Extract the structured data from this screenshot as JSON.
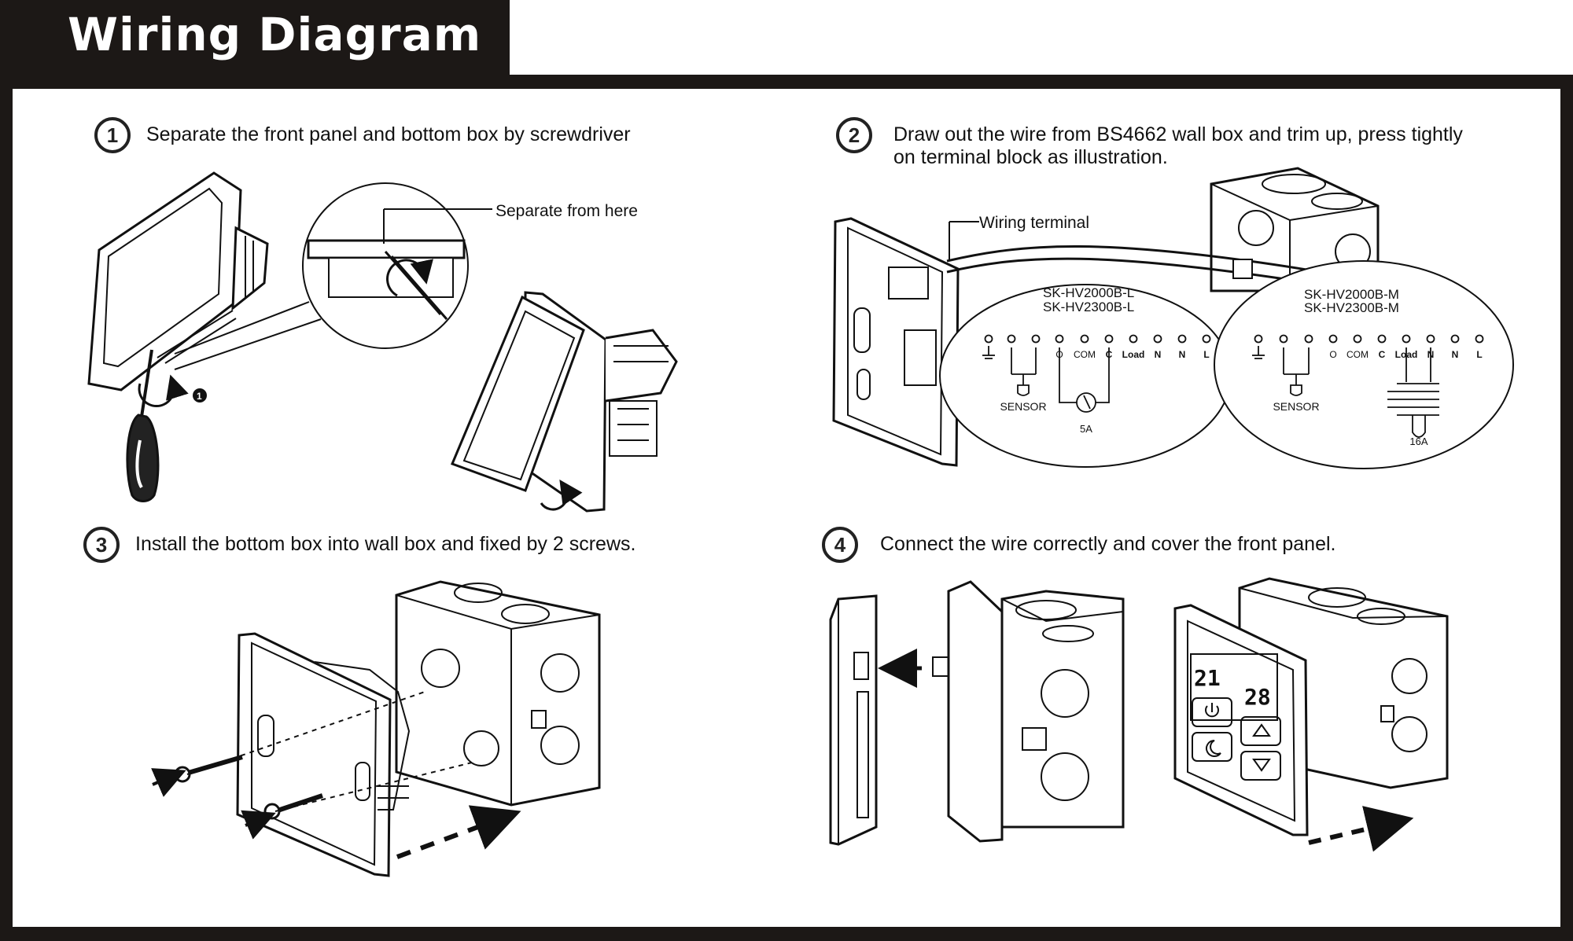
{
  "title": "Wiring Diagram",
  "steps": [
    {
      "number": "1",
      "text": "Separate the front panel and bottom box by screwdriver"
    },
    {
      "number": "2",
      "text_line1": "Draw out the wire from BS4662 wall box and trim up, press tightly",
      "text_line2": "on terminal block as illustration."
    },
    {
      "number": "3",
      "text": "Install the bottom box into wall box and fixed by 2 screws."
    },
    {
      "number": "4",
      "text": "Connect the wire correctly and cover the front panel."
    }
  ],
  "callouts": {
    "separate": "Separate from here",
    "wiring_terminal": "Wiring terminal",
    "marker": "1"
  },
  "models_left": [
    "SK-HV2000B-L",
    "SK-HV2300B-L"
  ],
  "models_right": [
    "SK-HV2000B-M",
    "SK-HV2300B-M"
  ],
  "terminals_left": [
    "O",
    "COM",
    "C",
    "Load",
    "N",
    "N",
    "L"
  ],
  "terminals_right": [
    "O",
    "COM",
    "C",
    "Load",
    "N",
    "N",
    "L"
  ],
  "sensor_label": "SENSOR",
  "rating_left": "5A",
  "rating_right": "16A",
  "display": {
    "temp_left": "21",
    "temp_right": "28"
  },
  "colors": {
    "frame": "#1c1816",
    "background": "#ffffff",
    "line": "#222222"
  }
}
